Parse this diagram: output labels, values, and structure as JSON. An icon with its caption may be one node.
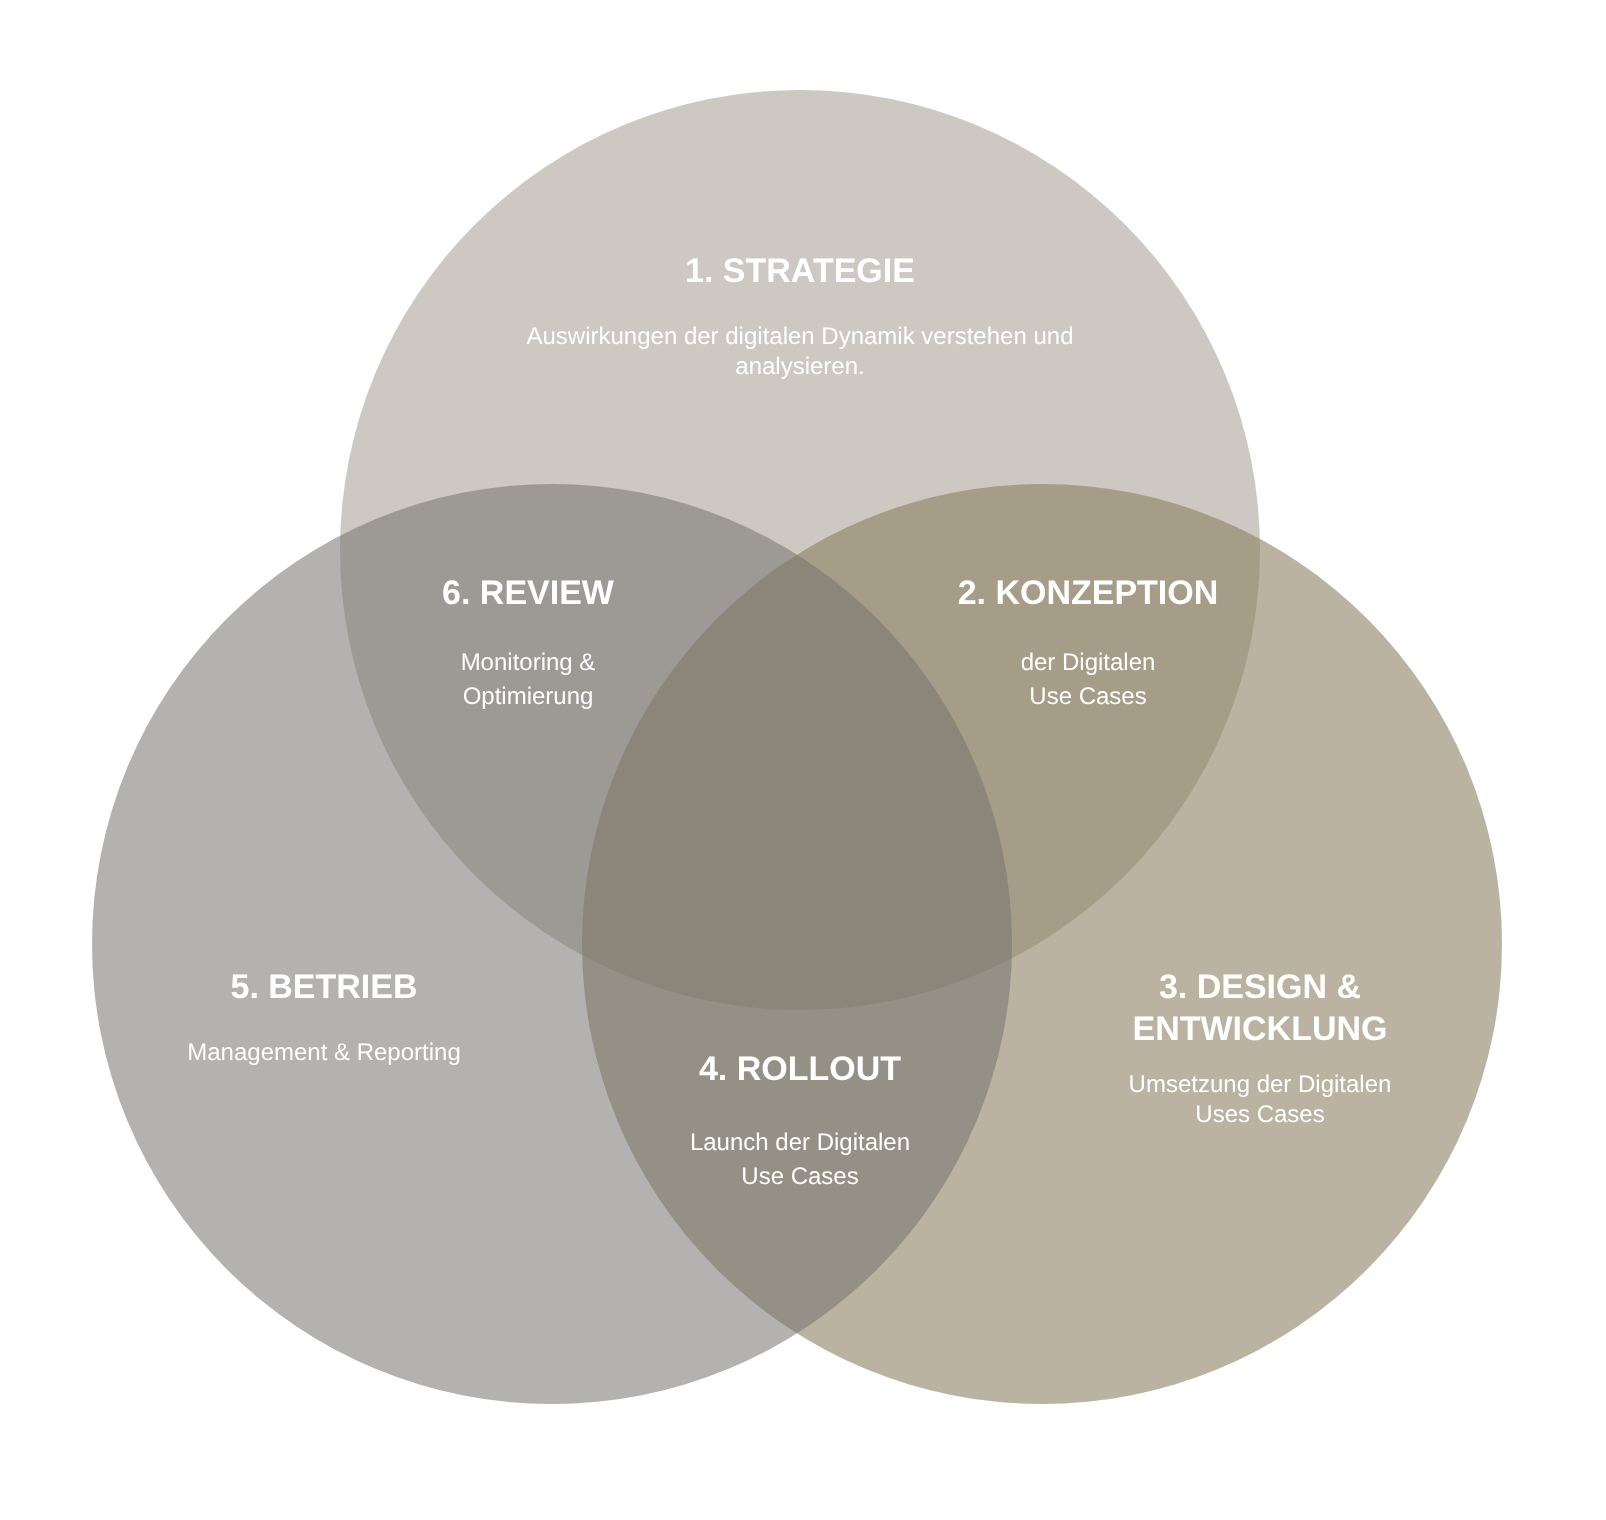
{
  "diagram": {
    "nodes": [
      {
        "text": [
          "1. STRATEGIE",
          "Auswirkungen der digitalen Dynamik verstehen und analysieren."
        ]
      },
      {
        "text": [
          "3. DESIGN & ENTWICKLUNG",
          "Umsetzung der Digitalen Uses Cases"
        ]
      },
      {
        "text": [
          "5. BETRIEB",
          "Management & Reporting"
        ]
      }
    ],
    "labels": [
      "6. REVIEW",
      "Monitoring & Optimierung",
      "2. KONZEPTION",
      "der Digitalen Use Cases",
      "4. ROLLOUT",
      "Launch der Digitalen Use Cases"
    ]
  }
}
